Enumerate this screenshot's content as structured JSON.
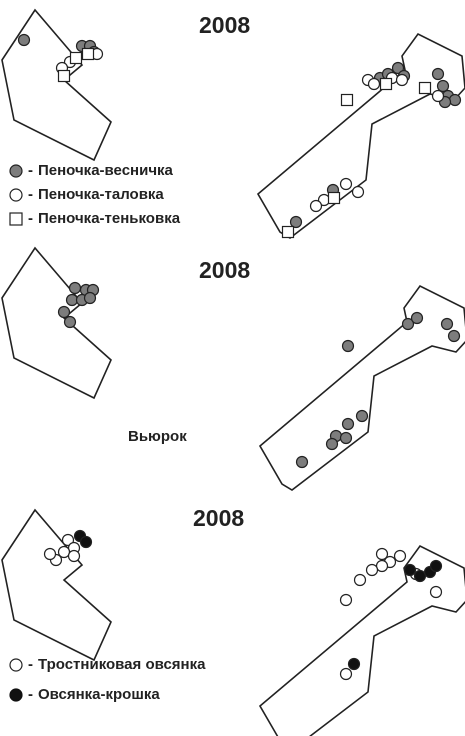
{
  "panels": [
    {
      "id": "warblers",
      "year": "2008",
      "caption": "",
      "legend": [
        {
          "symbol": "grey-dot",
          "label": "Пеночка-весничка"
        },
        {
          "symbol": "white-dot",
          "label": "Пеночка-таловка"
        },
        {
          "symbol": "white-square",
          "label": "Пеночка-теньковка"
        }
      ]
    },
    {
      "id": "brambling",
      "year": "2008",
      "caption": "Вьюрок",
      "legend": []
    },
    {
      "id": "buntings",
      "year": "2008",
      "caption": "",
      "legend": [
        {
          "symbol": "white-dot",
          "label": "Тростниковая овсянка"
        },
        {
          "symbol": "black-dot",
          "label": "Овсянка-крошка"
        }
      ]
    }
  ],
  "colors": {
    "grey": "#7d7d7d",
    "black": "#111111",
    "white": "#ffffff",
    "outline": "#222222"
  },
  "legend_dash": "-"
}
